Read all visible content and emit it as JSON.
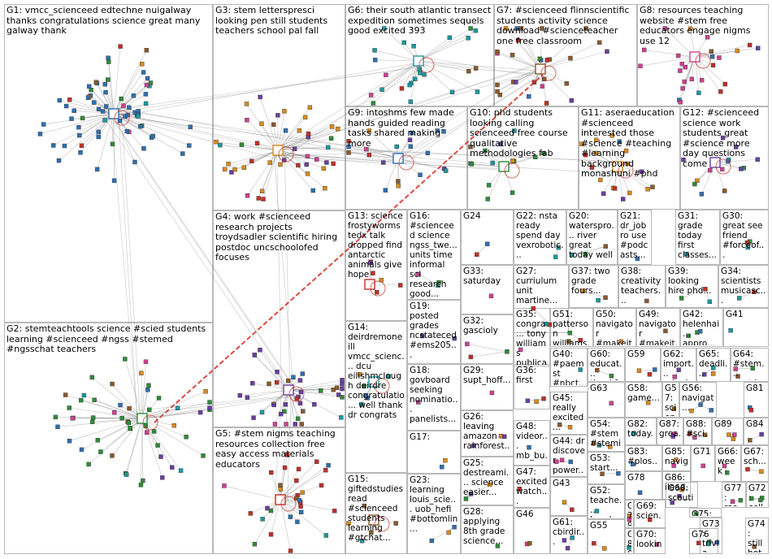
{
  "groups": [
    {
      "id": "G1",
      "label": "G1: vmcc_scienceed edtechne nuigalway thanks congratulations science great many galway thank"
    },
    {
      "id": "G2",
      "label": "G2: stemteachtools science #scied students learning #scienceed #ngss #stemed #ngsschat teachers"
    },
    {
      "id": "G3",
      "label": "G3: stem lettersprescі looking pen still students teachers school pal fall"
    },
    {
      "id": "G4",
      "label": "G4: work #scienceed research projects troydsadler scientific hiring postdoc uncschoolofed focuses"
    },
    {
      "id": "G5",
      "label": "G5: #stem nigms teaching resources collection free easy access materials educators"
    },
    {
      "id": "G6",
      "label": "G6: their south atlantic transect expedition sometimes sequels good excited 393"
    },
    {
      "id": "G7",
      "label": "G7: #scienceed flinnscientific students activity science download #scienceteacher one free classroom"
    },
    {
      "id": "G8",
      "label": "G8: resources teaching website #stem free educators engage nigms use 12"
    },
    {
      "id": "G9",
      "label": "G9: intoshms few made hands guided reading tasks shared making more"
    },
    {
      "id": "G10",
      "label": "G10: phd students looking calling scienceed free course qualitative methodologies fab"
    },
    {
      "id": "G11",
      "label": "G11: aseraeducation #scienceed interested those #science #teaching #learning background monashuni #phd"
    },
    {
      "id": "G12",
      "label": "G12: #scienceed science work students great #science more day questions come"
    },
    {
      "id": "G13",
      "label": "G13: science frostyworms tedx talk dropped find antarctic animals give hope"
    },
    {
      "id": "G14",
      "label": "G14: deirdremoneill vmcc_scienc... dcu eilishmclough deirdre congratulatio... well thank dr congrats"
    },
    {
      "id": "G15",
      "label": "G15: giftedstudies read #scienceed students learning #gtchat..."
    },
    {
      "id": "G16",
      "label": "G16: #scienceed science ngss_twe... units time informal sci research good..."
    },
    {
      "id": "G17",
      "label": "G17:"
    },
    {
      "id": "G18",
      "label": "G18: govboard seeking nominatio... panelists..."
    },
    {
      "id": "G19",
      "label": "G19: posted grades ncstateced #ems205..."
    },
    {
      "id": "G20",
      "label": "G20: waterspro... river great today well"
    },
    {
      "id": "G21",
      "label": "G21: dr_jobro use #podcasts..."
    },
    {
      "id": "G22",
      "label": "G22: nsta ready spend day vexrobotic..."
    },
    {
      "id": "G23",
      "label": "G23: learning louis_scie... uob_hefi #bottomlin..."
    },
    {
      "id": "G24",
      "label": "G24"
    },
    {
      "id": "G25",
      "label": "G25: destreami... science easier..."
    },
    {
      "id": "G26",
      "label": "G26: leaving amazon rainforest..."
    },
    {
      "id": "G27",
      "label": "G27: curriulum unit martine..."
    },
    {
      "id": "G28",
      "label": "G28: applying 8th grade science..."
    },
    {
      "id": "G29",
      "label": "G29: supt_hoff..."
    },
    {
      "id": "G30",
      "label": "G30: great see friend #forceof..."
    },
    {
      "id": "G31",
      "label": "G31: grade today first classes..."
    },
    {
      "id": "G32",
      "label": "G32: gascioly"
    },
    {
      "id": "G33",
      "label": "G33: saturday"
    },
    {
      "id": "G34",
      "label": "G34: scientists musicasc..."
    },
    {
      "id": "G35",
      "label": "G35: congra... tony williams publica..."
    },
    {
      "id": "G36",
      "label": "G36: first"
    },
    {
      "id": "G37",
      "label": "G37: two grade fours..."
    },
    {
      "id": "G38",
      "label": "G38: creativity teachers..."
    },
    {
      "id": "G39",
      "label": "G39: looking hire phd..."
    },
    {
      "id": "G40",
      "label": "G40: #paemst #nbct..."
    },
    {
      "id": "G41",
      "label": "G41"
    },
    {
      "id": "G42",
      "label": "G42: helenhai... appro..."
    },
    {
      "id": "G43",
      "label": "G43"
    },
    {
      "id": "G44",
      "label": "G44: dr discover power..."
    },
    {
      "id": "G45",
      "label": "G45: really excited..."
    },
    {
      "id": "G46",
      "label": "G46"
    },
    {
      "id": "G47",
      "label": "G47: excited watch..."
    },
    {
      "id": "G48",
      "label": "G48: videor... mb_bu... watch..."
    },
    {
      "id": "G49",
      "label": "G49: navigator #makeit..."
    },
    {
      "id": "G50",
      "label": "G50: navigator #makeit..."
    },
    {
      "id": "G51",
      "label": "G51: patterson williams..."
    },
    {
      "id": "G52",
      "label": "G52: teache... break..."
    },
    {
      "id": "G53",
      "label": "G53: start..."
    },
    {
      "id": "G54",
      "label": "G54: #stem #stemi..."
    },
    {
      "id": "G55",
      "label": "G55"
    },
    {
      "id": "G56",
      "label": "G56: navigat..."
    },
    {
      "id": "G57",
      "label": "G57: scienc..."
    },
    {
      "id": "G58",
      "label": "G58: game..."
    },
    {
      "id": "G59",
      "label": "G59"
    },
    {
      "id": "G60",
      "label": "G60: educat... thankf..."
    },
    {
      "id": "G61",
      "label": "G61: cbirdir..."
    },
    {
      "id": "G62",
      "label": "G62: import... scipub..."
    },
    {
      "id": "G63",
      "label": "G63"
    },
    {
      "id": "G64",
      "label": "G64: #stem... postdo..."
    },
    {
      "id": "G65",
      "label": "G65: deadli... appro..."
    },
    {
      "id": "G66",
      "label": "G66: week"
    },
    {
      "id": "G67",
      "label": "G67: sch..."
    },
    {
      "id": "G68",
      "label": "G68: scouti..."
    },
    {
      "id": "G69",
      "label": "G69: scien..."
    },
    {
      "id": "G70",
      "label": "G70: lookin..."
    },
    {
      "id": "G71",
      "label": "G71"
    },
    {
      "id": "G72",
      "label": "G72: cell"
    },
    {
      "id": "G73",
      "label": "G73: trivia tue..."
    },
    {
      "id": "G74",
      "label": "G74: still hot..."
    },
    {
      "id": "G75",
      "label": "G75: change"
    },
    {
      "id": "G76",
      "label": "G76"
    },
    {
      "id": "G77",
      "label": "G77: roo..."
    },
    {
      "id": "G78",
      "label": "G78"
    },
    {
      "id": "G79",
      "label": "G79"
    },
    {
      "id": "G80",
      "label": "G80: #scie..."
    },
    {
      "id": "G81",
      "label": "G81"
    },
    {
      "id": "G82",
      "label": "G82: today..."
    },
    {
      "id": "G83",
      "label": "G83: #plos..."
    },
    {
      "id": "G84",
      "label": "G84"
    },
    {
      "id": "G85",
      "label": "G85: navig..."
    },
    {
      "id": "G86",
      "label": "G86: ilead..."
    },
    {
      "id": "G87",
      "label": "G87: grea..."
    },
    {
      "id": "G88",
      "label": "G88: #sci..."
    },
    {
      "id": "G89",
      "label": "G89"
    }
  ],
  "colors": {
    "box_border": "#b8b8b8",
    "edge": "#777777",
    "highlight_edge": "#d62a1e",
    "node_blue": "#2f6fb0",
    "node_green": "#2f8b3a",
    "node_orange": "#d98a1c",
    "node_purple": "#6a3fa0",
    "node_red": "#c0302a"
  }
}
